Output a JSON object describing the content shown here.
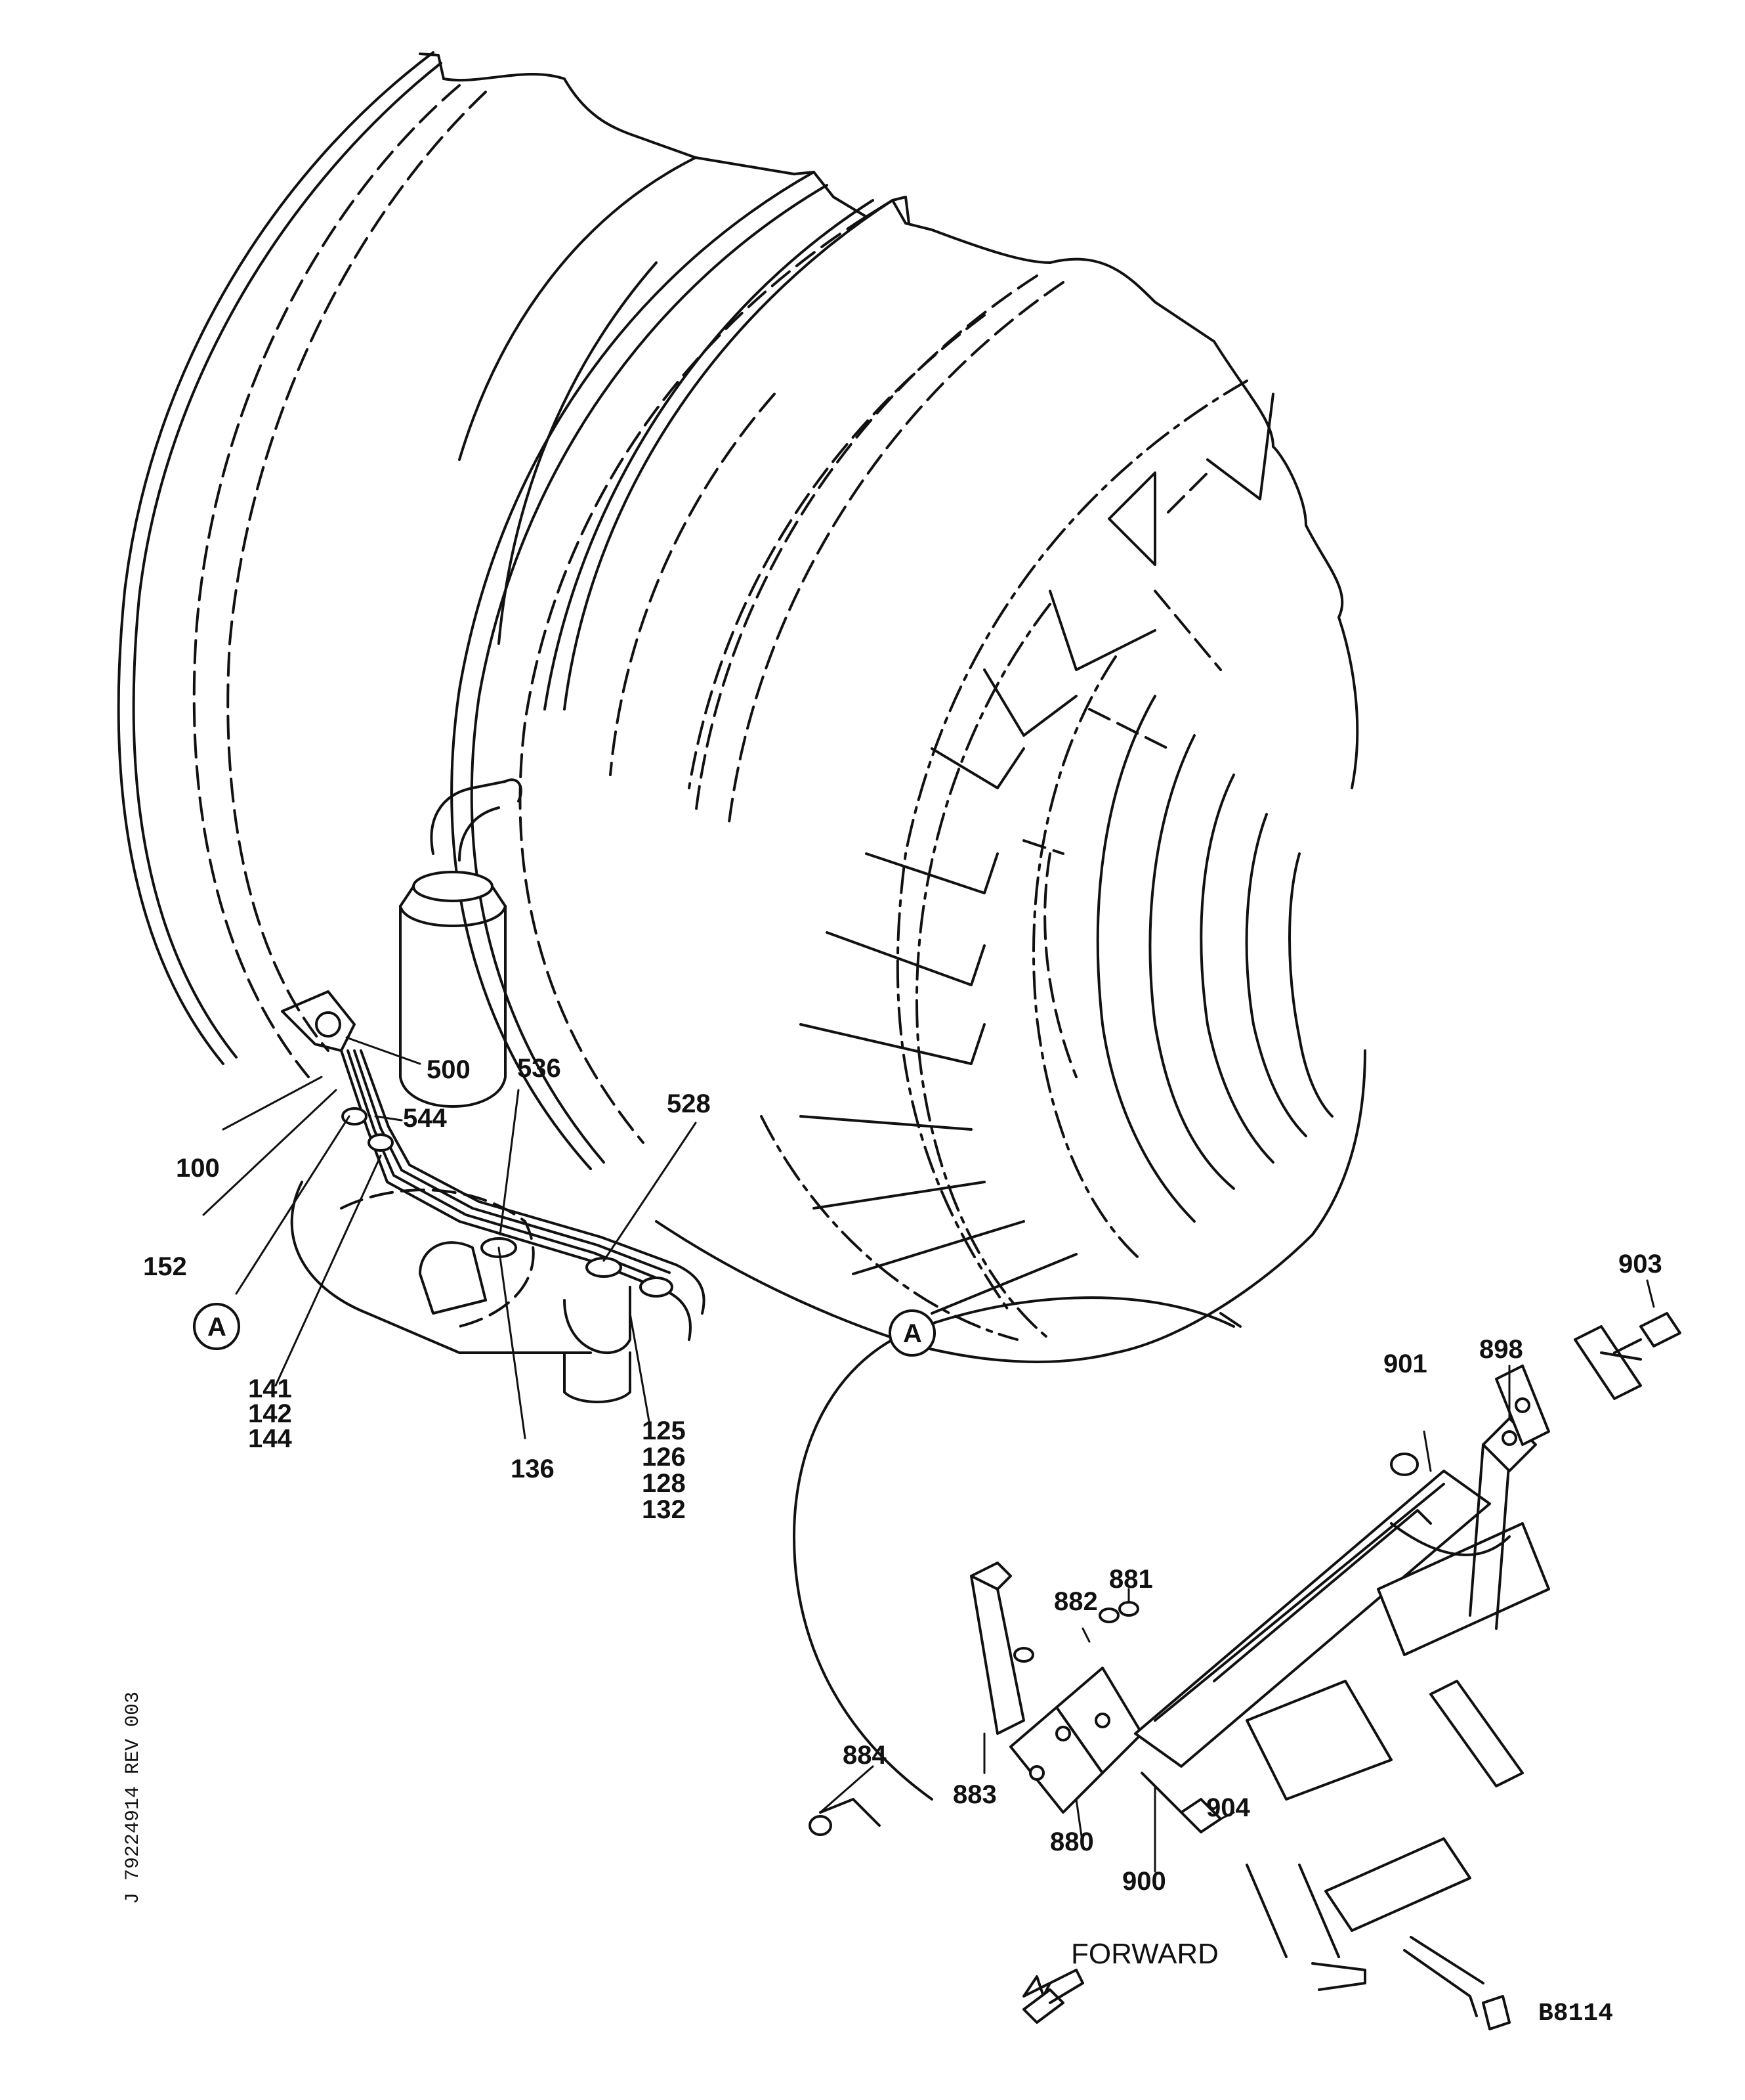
{
  "labels": {
    "l500": "500",
    "l536": "536",
    "l544": "544",
    "l528": "528",
    "l100": "100",
    "l152": "152",
    "lA1": "A",
    "l141": "141",
    "l142": "142",
    "l144": "144",
    "l136": "136",
    "l125": "125",
    "l126": "126",
    "l128": "128",
    "l132": "132",
    "l903": "903",
    "l898": "898",
    "l901": "901",
    "lA2": "A",
    "l882": "882",
    "l881": "881",
    "l884": "884",
    "l883": "883",
    "l880": "880",
    "l904": "904",
    "l900": "900",
    "forward": "FORWARD",
    "b8114": "B8114"
  },
  "side_note": "J 79224914   REV 003"
}
